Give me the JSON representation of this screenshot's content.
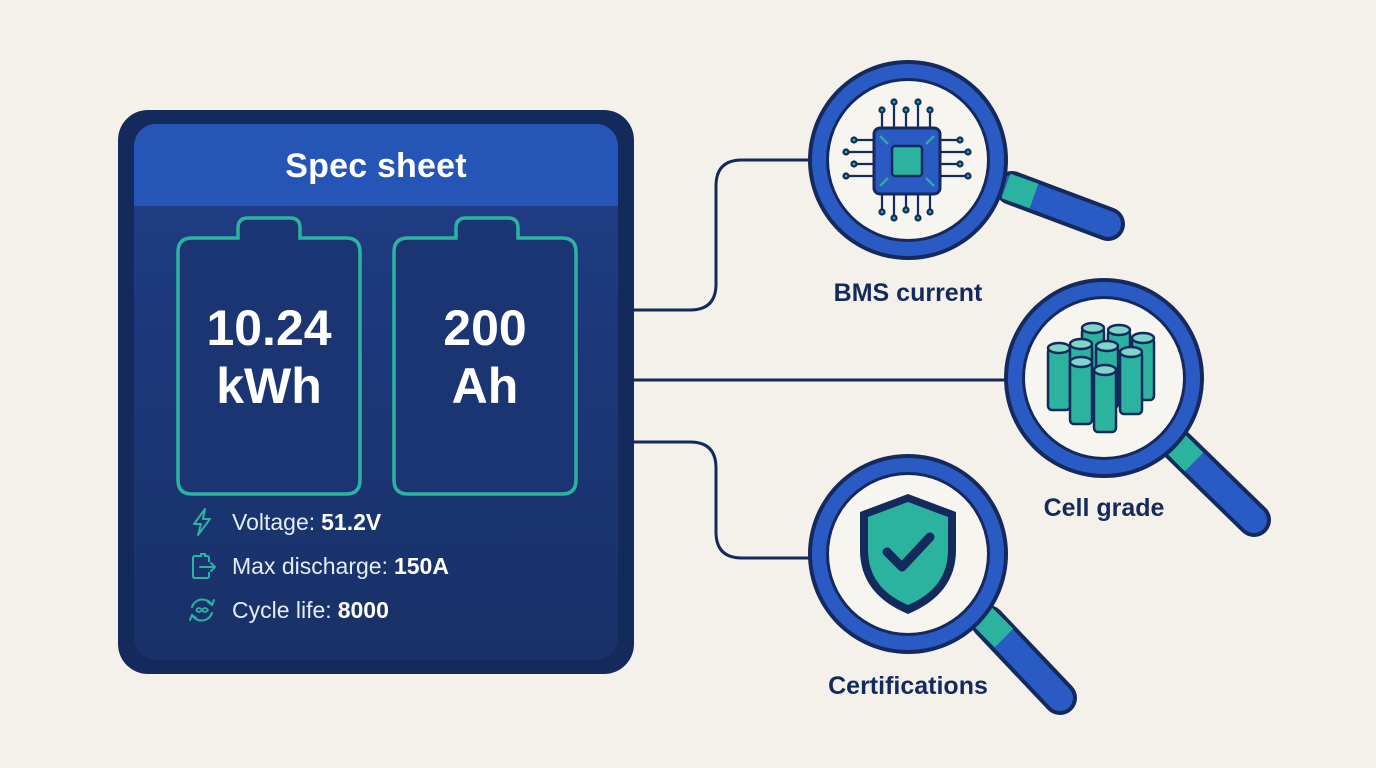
{
  "spec_sheet": {
    "title": "Spec sheet",
    "capacity_energy": {
      "value": "10.24",
      "unit": "kWh"
    },
    "capacity_charge": {
      "value": "200",
      "unit": "Ah"
    },
    "specs": [
      {
        "icon": "lightning-icon",
        "label": "Voltage:",
        "value": "51.2V"
      },
      {
        "icon": "discharge-icon",
        "label": "Max discharge:",
        "value": "150A"
      },
      {
        "icon": "cycle-icon",
        "label": "Cycle life:",
        "value": "8000"
      }
    ]
  },
  "checks": [
    {
      "icon": "chip-icon",
      "label": "BMS current"
    },
    {
      "icon": "battery-cells-icon",
      "label": "Cell grade"
    },
    {
      "icon": "shield-check-icon",
      "label": "Certifications"
    }
  ],
  "colors": {
    "background": "#f4f1ea",
    "card_dark": "#142a5c",
    "card_blue": "#2655b8",
    "teal": "#2bb3a0",
    "magnifier_blue": "#2a5bc4"
  }
}
